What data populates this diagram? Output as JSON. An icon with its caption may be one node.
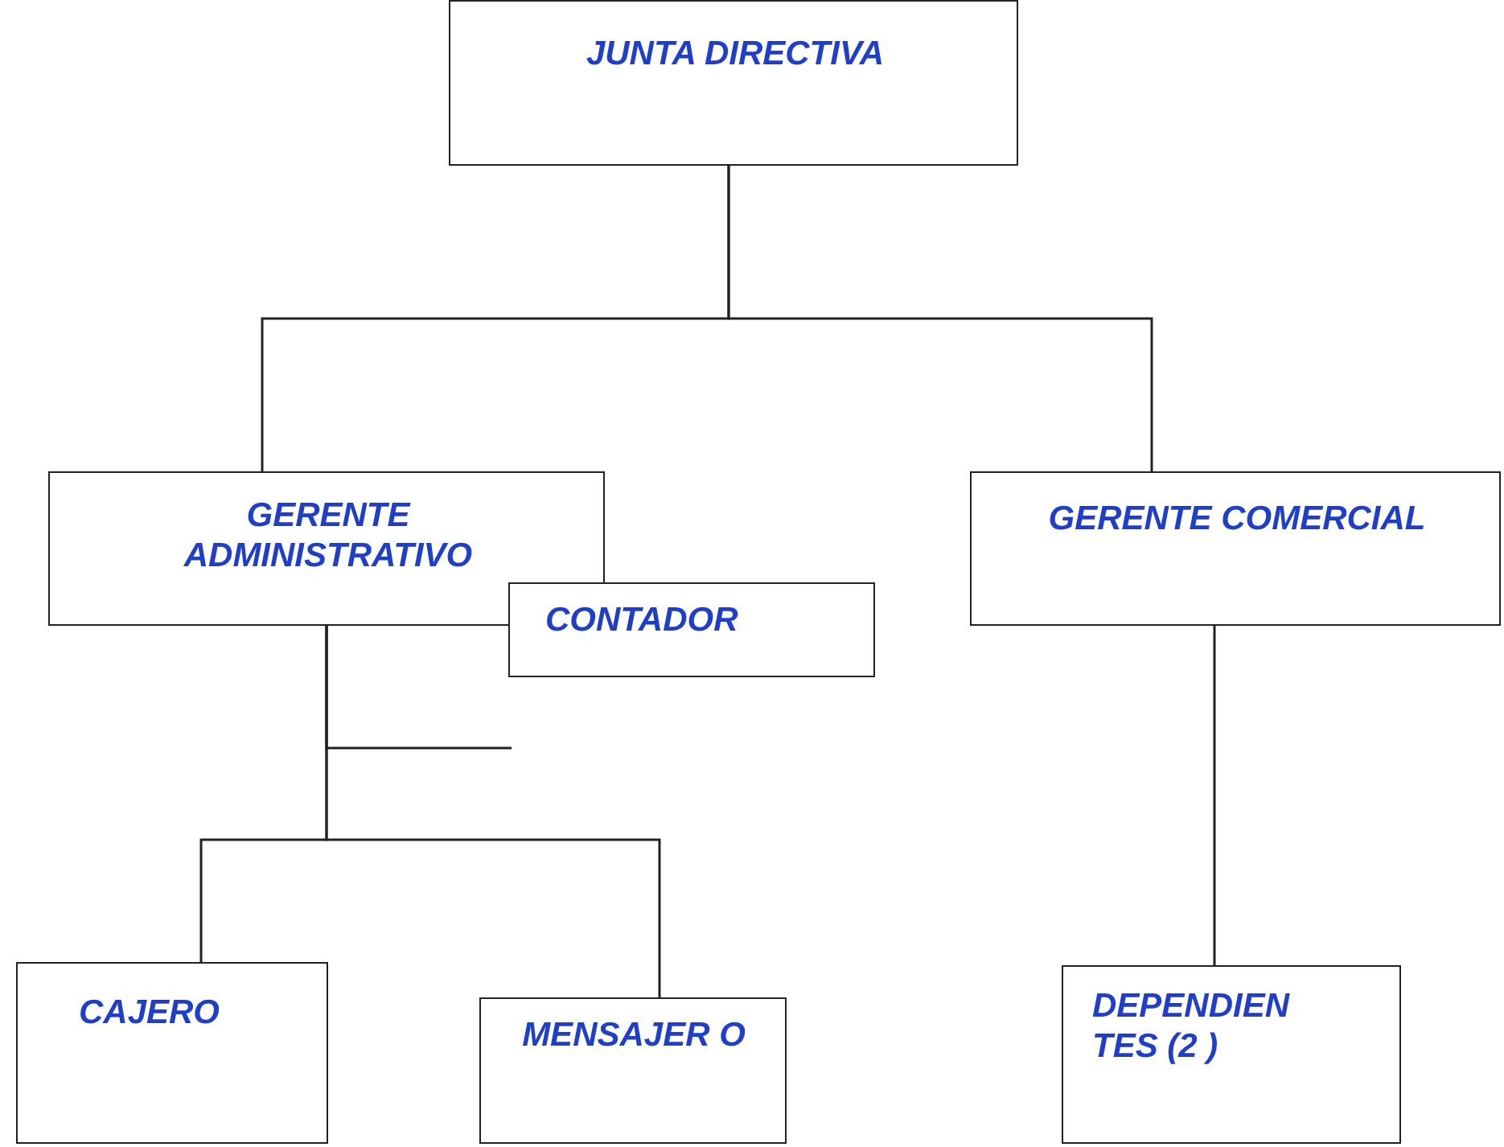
{
  "diagram": {
    "nodes": [
      {
        "text": [
          "JUNTA DIRECTIVA"
        ]
      },
      {
        "text": [
          "GERENTE ADMINISTRATIVO"
        ]
      },
      {
        "text": [
          "CONTADOR"
        ]
      },
      {
        "text": [
          "GERENTE COMERCIAL"
        ]
      },
      {
        "text": [
          "CAJERO"
        ]
      },
      {
        "text": [
          "MENSAJER O"
        ]
      },
      {
        "text": [
          "DEPENDIEN TES (2 )"
        ]
      }
    ],
    "edges": [
      {
        "from": 0,
        "to": 1,
        "arrow": "none"
      },
      {
        "from": 0,
        "to": 3,
        "arrow": "none"
      },
      {
        "from": 1,
        "to": 4,
        "arrow": "none"
      },
      {
        "from": 1,
        "to": 5,
        "arrow": "none"
      },
      {
        "from": 1,
        "to": null,
        "arrow": "none"
      },
      {
        "from": 3,
        "to": 6,
        "arrow": "none"
      }
    ]
  }
}
